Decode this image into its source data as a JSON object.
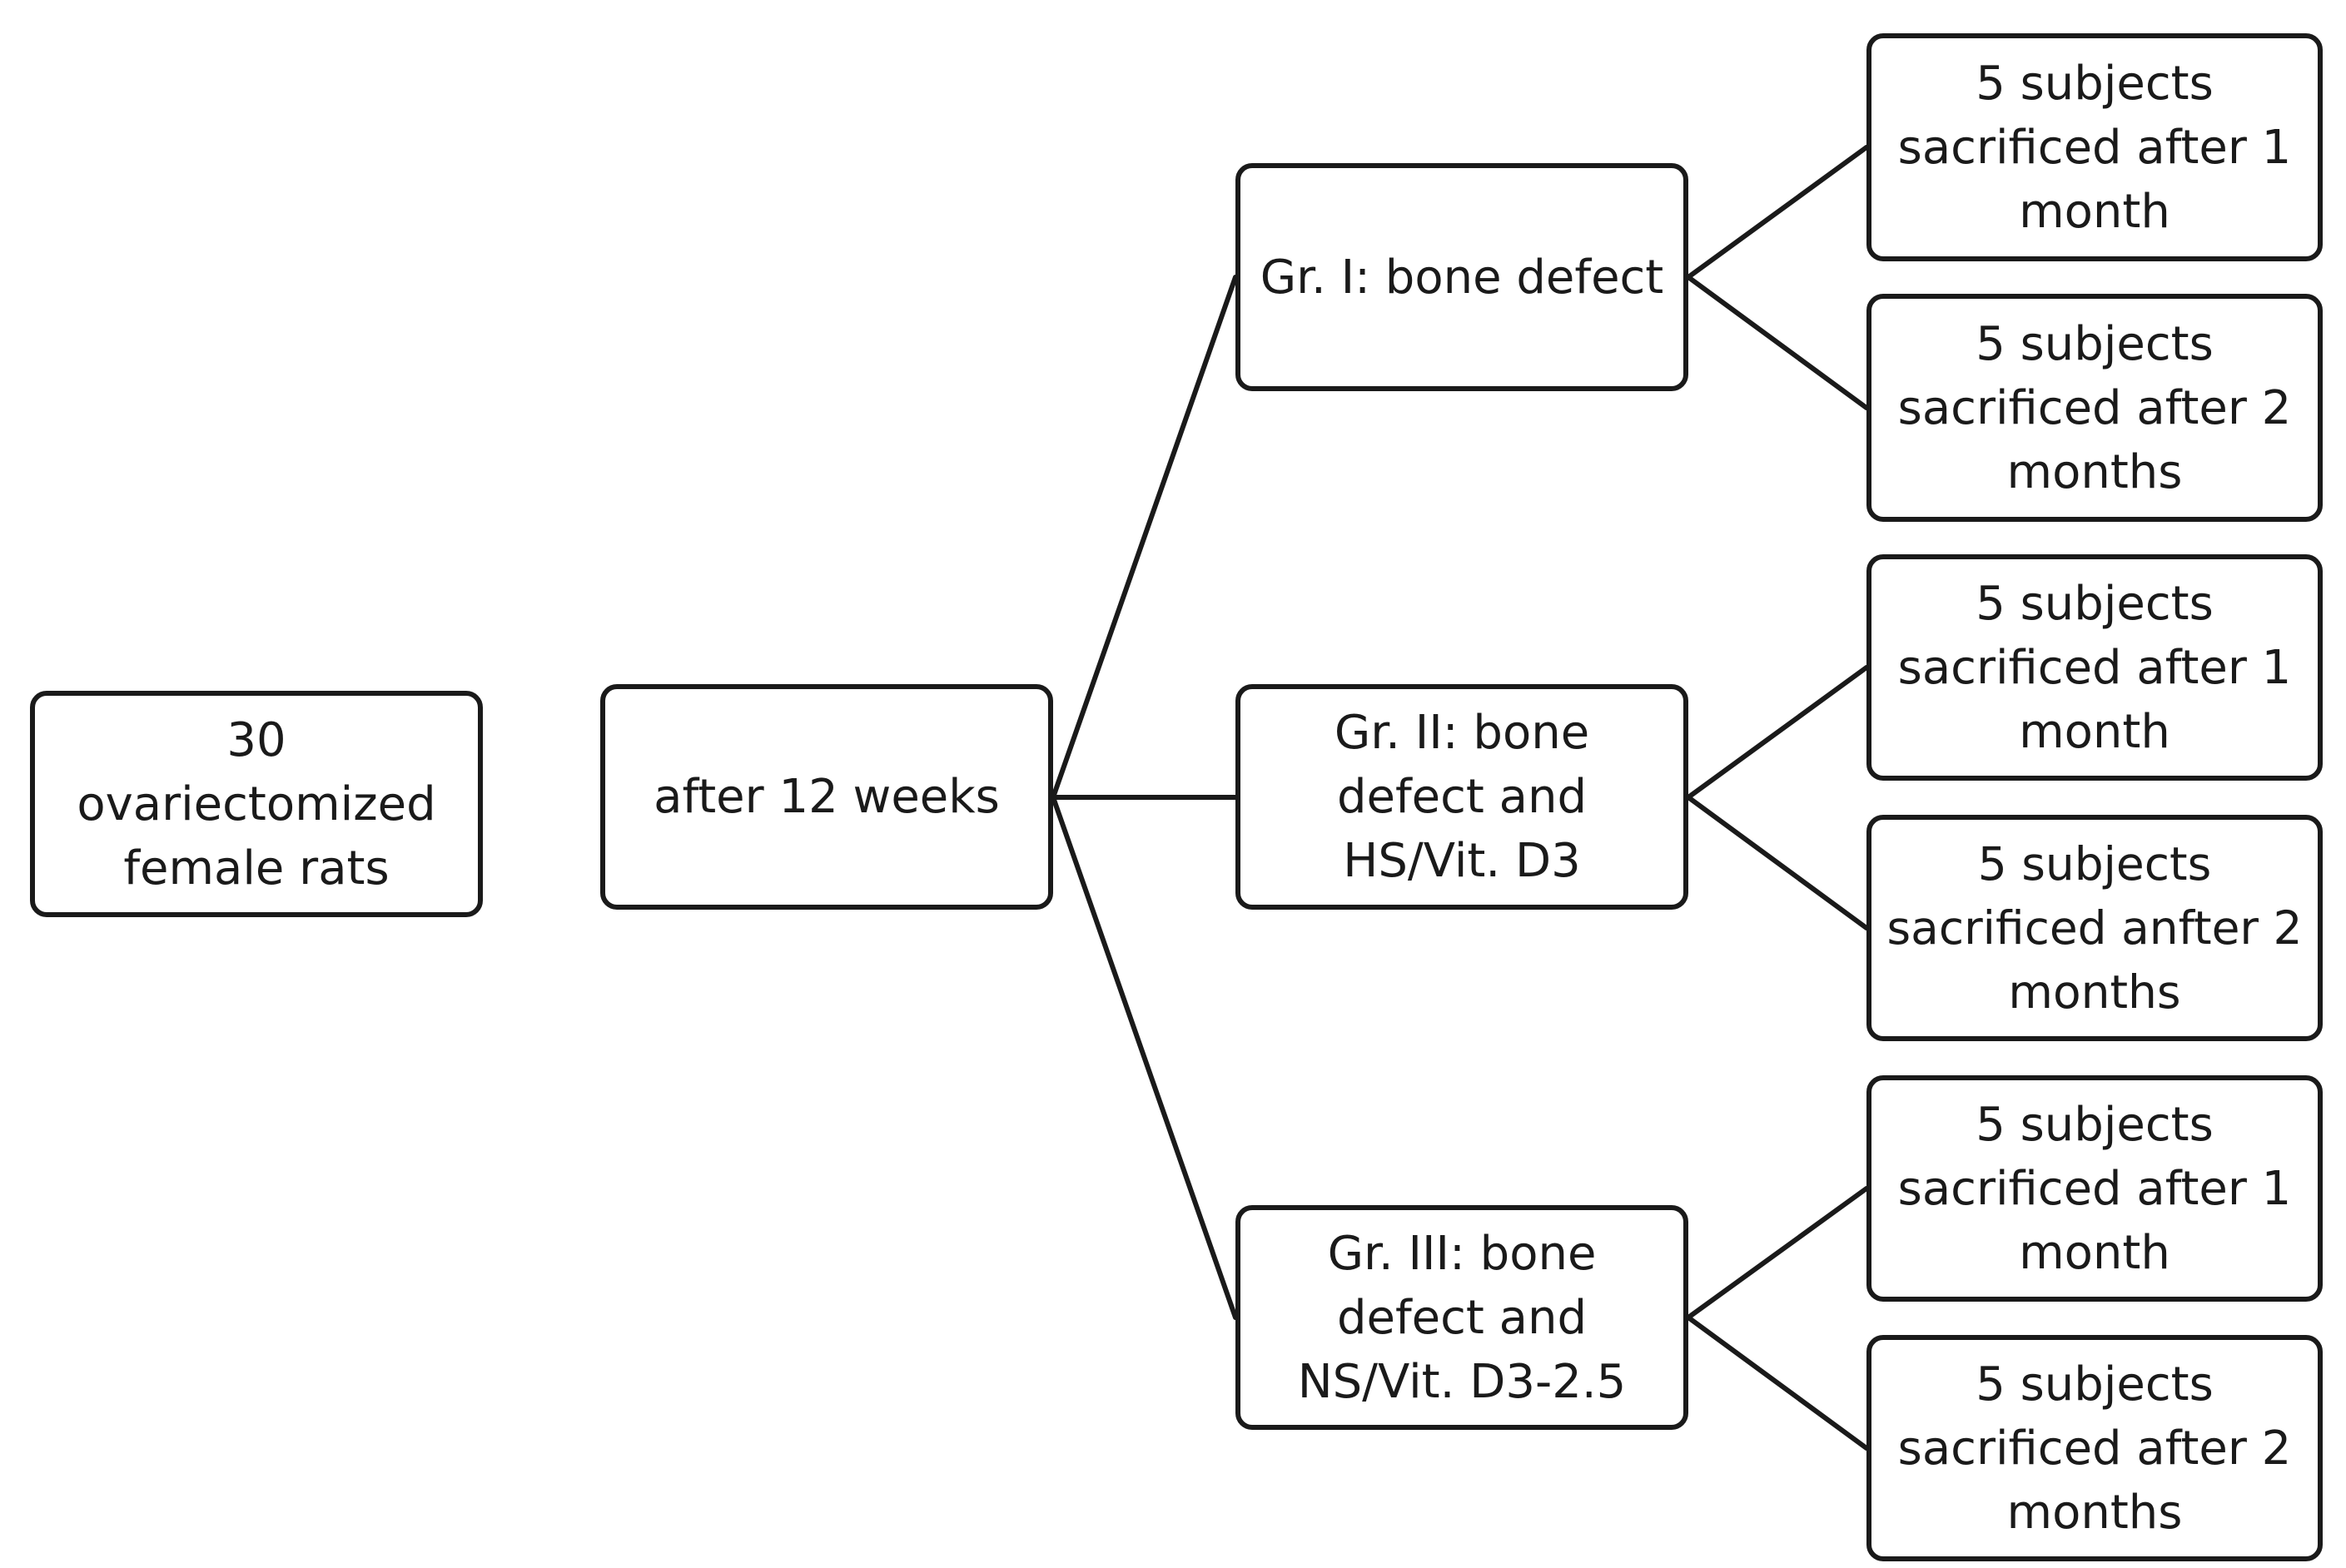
{
  "start": {
    "label": "30\novariectomized\nfemale rats"
  },
  "after": {
    "label": "after 12 weeks"
  },
  "groups": [
    {
      "label": "Gr. I: bone defect",
      "outcomes": [
        "5 subjects\nsacrificed after 1\nmonth",
        "5 subjects\nsacrificed after 2\nmonths"
      ]
    },
    {
      "label": "Gr. II: bone\ndefect and\nHS/Vit. D3",
      "outcomes": [
        "5 subjects\nsacrificed after 1\nmonth",
        "5 subjects\nsacrificed anfter 2\nmonths"
      ]
    },
    {
      "label": "Gr. III: bone\ndefect and\nNS/Vit. D3-2.5",
      "outcomes": [
        "5 subjects\nsacrificed after 1\nmonth",
        "5 subjects\nsacrificed after 2\nmonths"
      ]
    }
  ]
}
